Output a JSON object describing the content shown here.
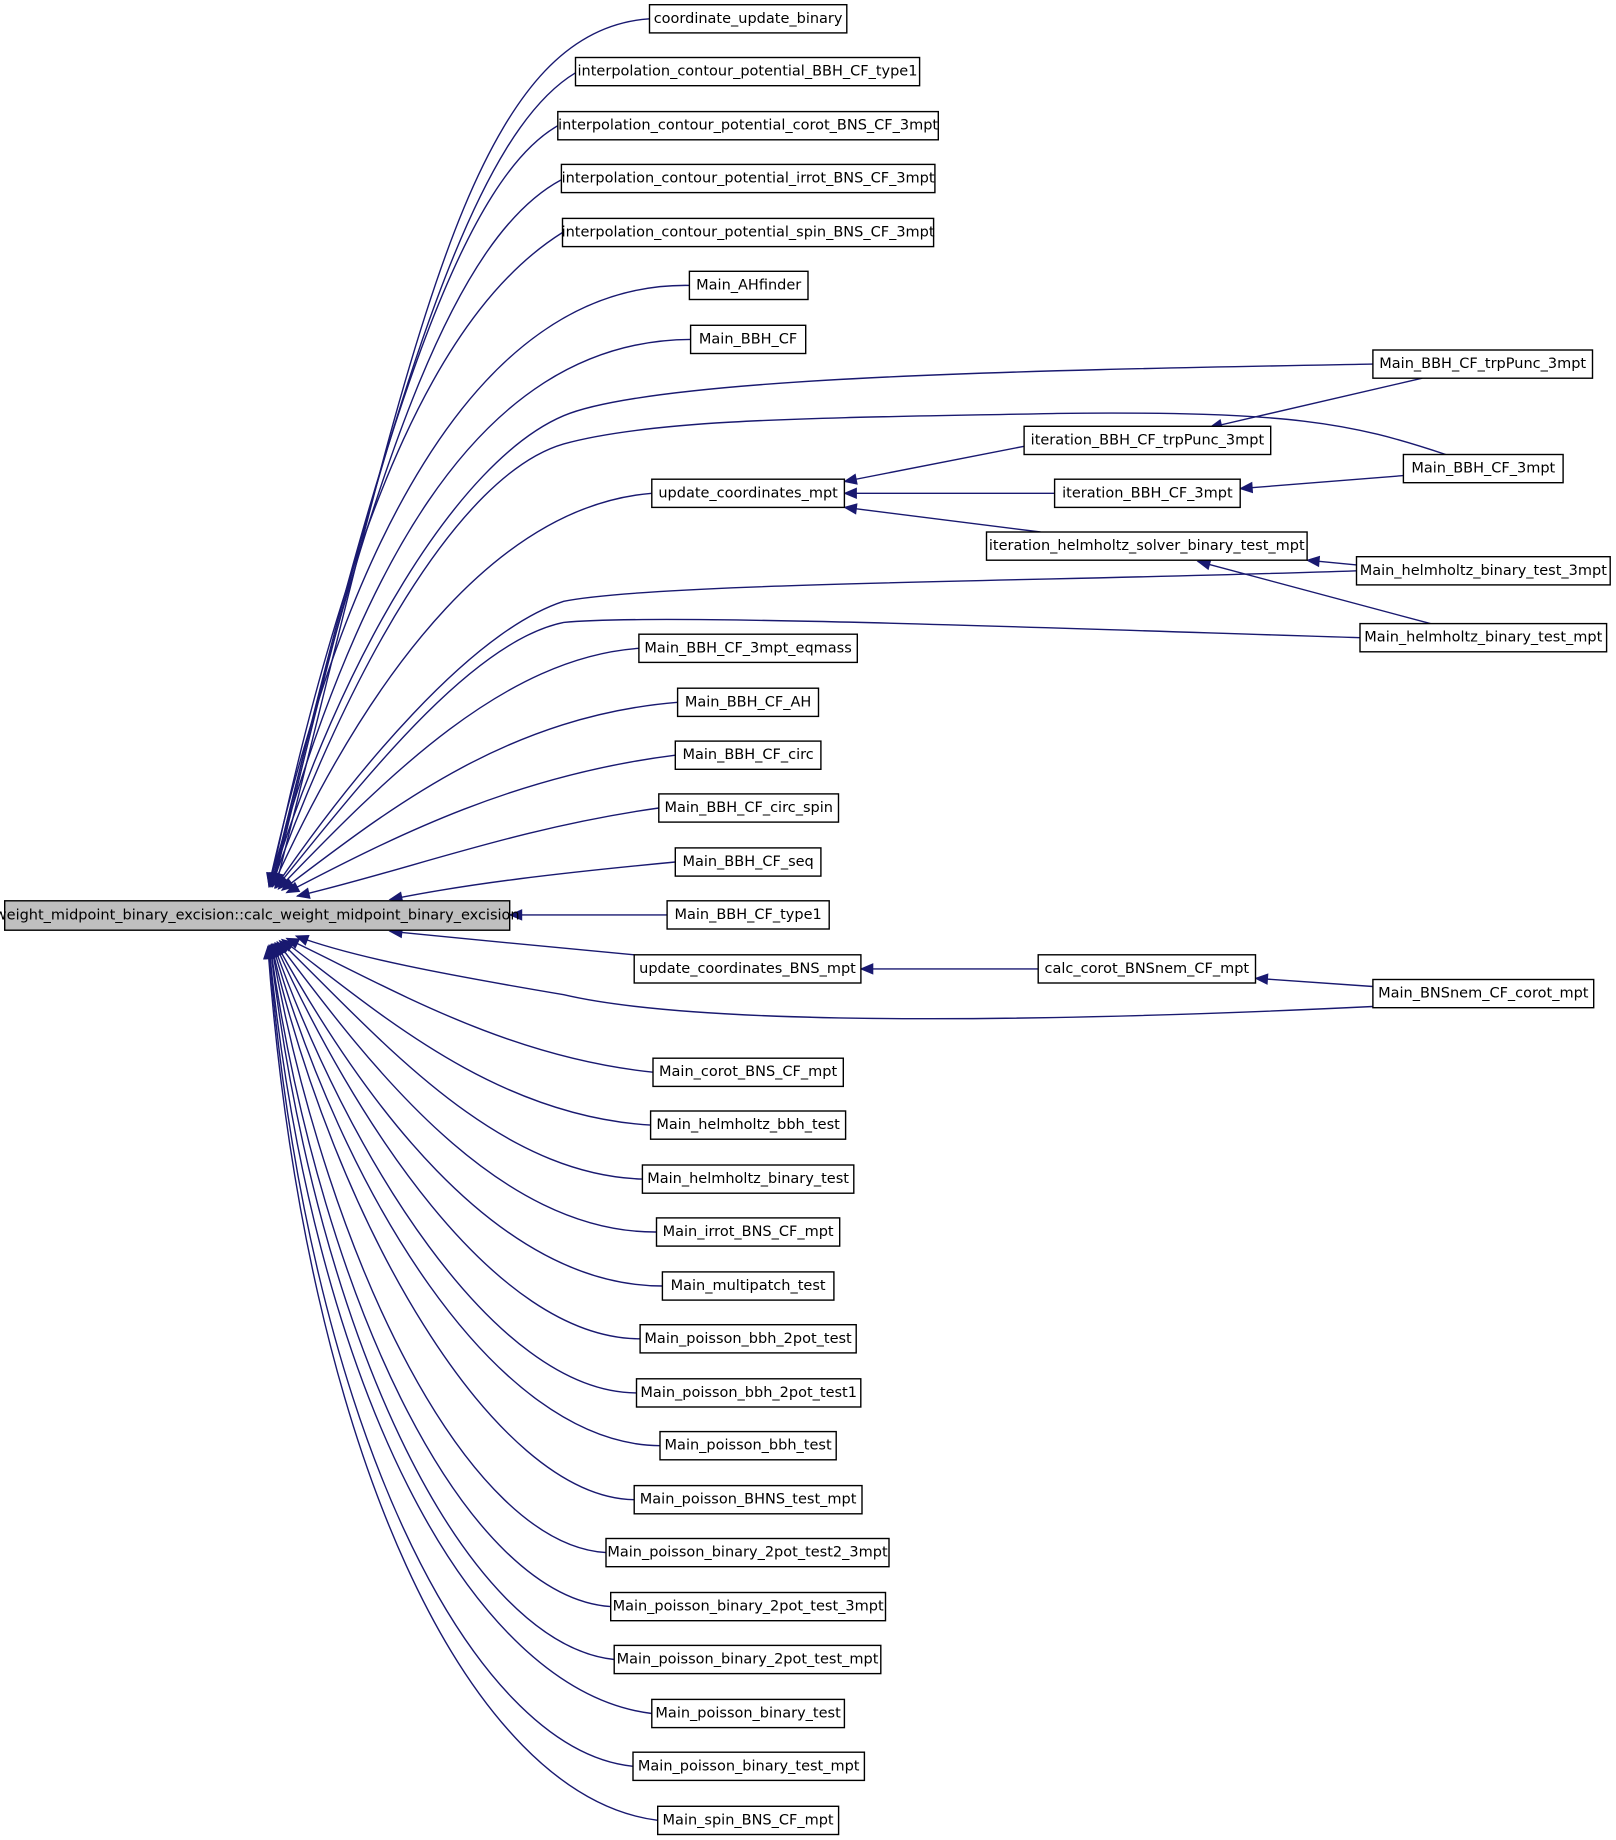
{
  "root": "weight_midpoint_binary_excision::calc_weight_midpoint_binary_excision",
  "nodes": {
    "coordinate_update_binary": "coordinate_update_binary",
    "interp_bbh_type1": "interpolation_contour_potential_BBH_CF_type1",
    "interp_corot": "interpolation_contour_potential_corot_BNS_CF_3mpt",
    "interp_irrot": "interpolation_contour_potential_irrot_BNS_CF_3mpt",
    "interp_spin": "interpolation_contour_potential_spin_BNS_CF_3mpt",
    "main_ahfinder": "Main_AHfinder",
    "main_bbh_cf": "Main_BBH_CF",
    "main_bbh_cf_trppunc_3mpt": "Main_BBH_CF_trpPunc_3mpt",
    "iteration_bbh_cf_trppunc_3mpt": "iteration_BBH_CF_trpPunc_3mpt",
    "main_bbh_cf_3mpt": "Main_BBH_CF_3mpt",
    "update_coordinates_mpt": "update_coordinates_mpt",
    "iteration_bbh_cf_3mpt": "iteration_BBH_CF_3mpt",
    "iteration_helmholtz": "iteration_helmholtz_solver_binary_test_mpt",
    "main_helmholtz_3mpt": "Main_helmholtz_binary_test_3mpt",
    "main_helmholtz_mpt": "Main_helmholtz_binary_test_mpt",
    "main_bbh_cf_3mpt_eqmass": "Main_BBH_CF_3mpt_eqmass",
    "main_bbh_cf_ah": "Main_BBH_CF_AH",
    "main_bbh_cf_circ": "Main_BBH_CF_circ",
    "main_bbh_cf_circ_spin": "Main_BBH_CF_circ_spin",
    "main_bbh_cf_seq": "Main_BBH_CF_seq",
    "main_bbh_cf_type1": "Main_BBH_CF_type1",
    "update_coordinates_bns_mpt": "update_coordinates_BNS_mpt",
    "calc_corot_bnsnem": "calc_corot_BNSnem_CF_mpt",
    "main_bnsnem_corot": "Main_BNSnem_CF_corot_mpt",
    "main_corot_bns": "Main_corot_BNS_CF_mpt",
    "main_helmholtz_bbh": "Main_helmholtz_bbh_test",
    "main_helmholtz_binary": "Main_helmholtz_binary_test",
    "main_irrot_bns": "Main_irrot_BNS_CF_mpt",
    "main_multipatch": "Main_multipatch_test",
    "main_poisson_bbh_2pot": "Main_poisson_bbh_2pot_test",
    "main_poisson_bbh_2pot1": "Main_poisson_bbh_2pot_test1",
    "main_poisson_bbh": "Main_poisson_bbh_test",
    "main_poisson_bhns": "Main_poisson_BHNS_test_mpt",
    "main_poisson_binary_2pot2_3mpt": "Main_poisson_binary_2pot_test2_3mpt",
    "main_poisson_binary_2pot_3mpt": "Main_poisson_binary_2pot_test_3mpt",
    "main_poisson_binary_2pot_mpt": "Main_poisson_binary_2pot_test_mpt",
    "main_poisson_binary": "Main_poisson_binary_test",
    "main_poisson_binary_mpt": "Main_poisson_binary_test_mpt",
    "main_spin_bns": "Main_spin_BNS_CF_mpt"
  },
  "colors": {
    "edge": "#191970",
    "root_fill": "#bfbfbf",
    "node_fill": "#ffffff",
    "node_border": "#000000"
  }
}
